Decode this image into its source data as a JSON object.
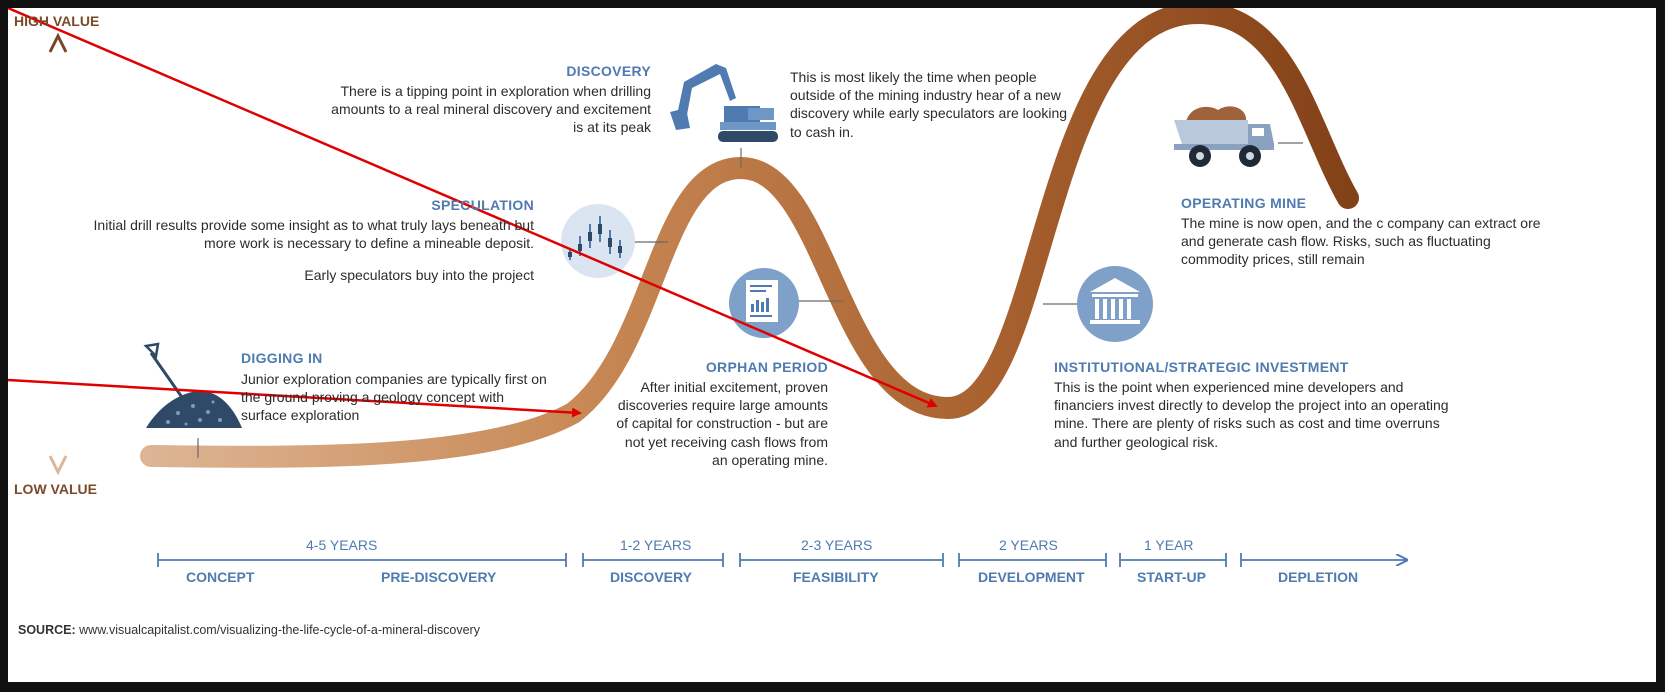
{
  "axis": {
    "high": "HIGH VALUE",
    "low": "LOW VALUE"
  },
  "stages": {
    "discovery": {
      "title": "DISCOVERY",
      "text": "There is a tipping point in exploration when drilling amounts to a real mineral discovery and excitement is at its peak"
    },
    "hear": {
      "text": "This is most likely the time when people outside of the mining industry hear of a new discovery while early speculators are looking to cash in."
    },
    "speculation": {
      "title": "SPECULATION",
      "text": "Initial drill results provide some insight as to what truly lays beneath but more work is necessary to define a mineable deposit.",
      "text2": "Early speculators buy into the project"
    },
    "digging": {
      "title": "DIGGING IN",
      "text": "Junior exploration companies are typically first on the ground proving a geology concept with surface exploration"
    },
    "orphan": {
      "title": "ORPHAN PERIOD",
      "text": "After initial excitement, proven discoveries require large amounts of capital for construction - but are not yet receiving cash flows from an operating mine."
    },
    "institutional": {
      "title": "INSTITUTIONAL/STRATEGIC INVESTMENT",
      "text": "This is the point when experienced mine developers and financiers invest directly to develop the project into an operating mine. There are plenty of risks such as cost and time overruns and further geological risk."
    },
    "operating": {
      "title": "OPERATING MINE",
      "text": "The mine is now open, and the c company can extract ore and generate cash flow. Risks, such as fluctuating commodity prices, still remain"
    }
  },
  "timeline": {
    "durations": [
      "4-5 YEARS",
      "1-2 YEARS",
      "2-3 YEARS",
      "2 YEARS",
      "1 YEAR"
    ],
    "phases": [
      "CONCEPT",
      "PRE-DISCOVERY",
      "DISCOVERY",
      "FEASIBILITY",
      "DEVELOPMENT",
      "START-UP",
      "DEPLETION"
    ]
  },
  "source": {
    "label": "SOURCE:",
    "url": "www.visualcapitalist.com/visualizing-the-life-cycle-of-a-mineral-discovery"
  },
  "icons": [
    "excavator-icon",
    "chart-circle-icon",
    "report-circle-icon",
    "bank-circle-icon",
    "haul-truck-icon",
    "shovel-ore-pile-icon"
  ],
  "colors": {
    "accent": "#4f7bb0",
    "curve_light": "#d9ad86",
    "curve_dark": "#8b4a22",
    "annotation_arrow": "#e00000"
  }
}
